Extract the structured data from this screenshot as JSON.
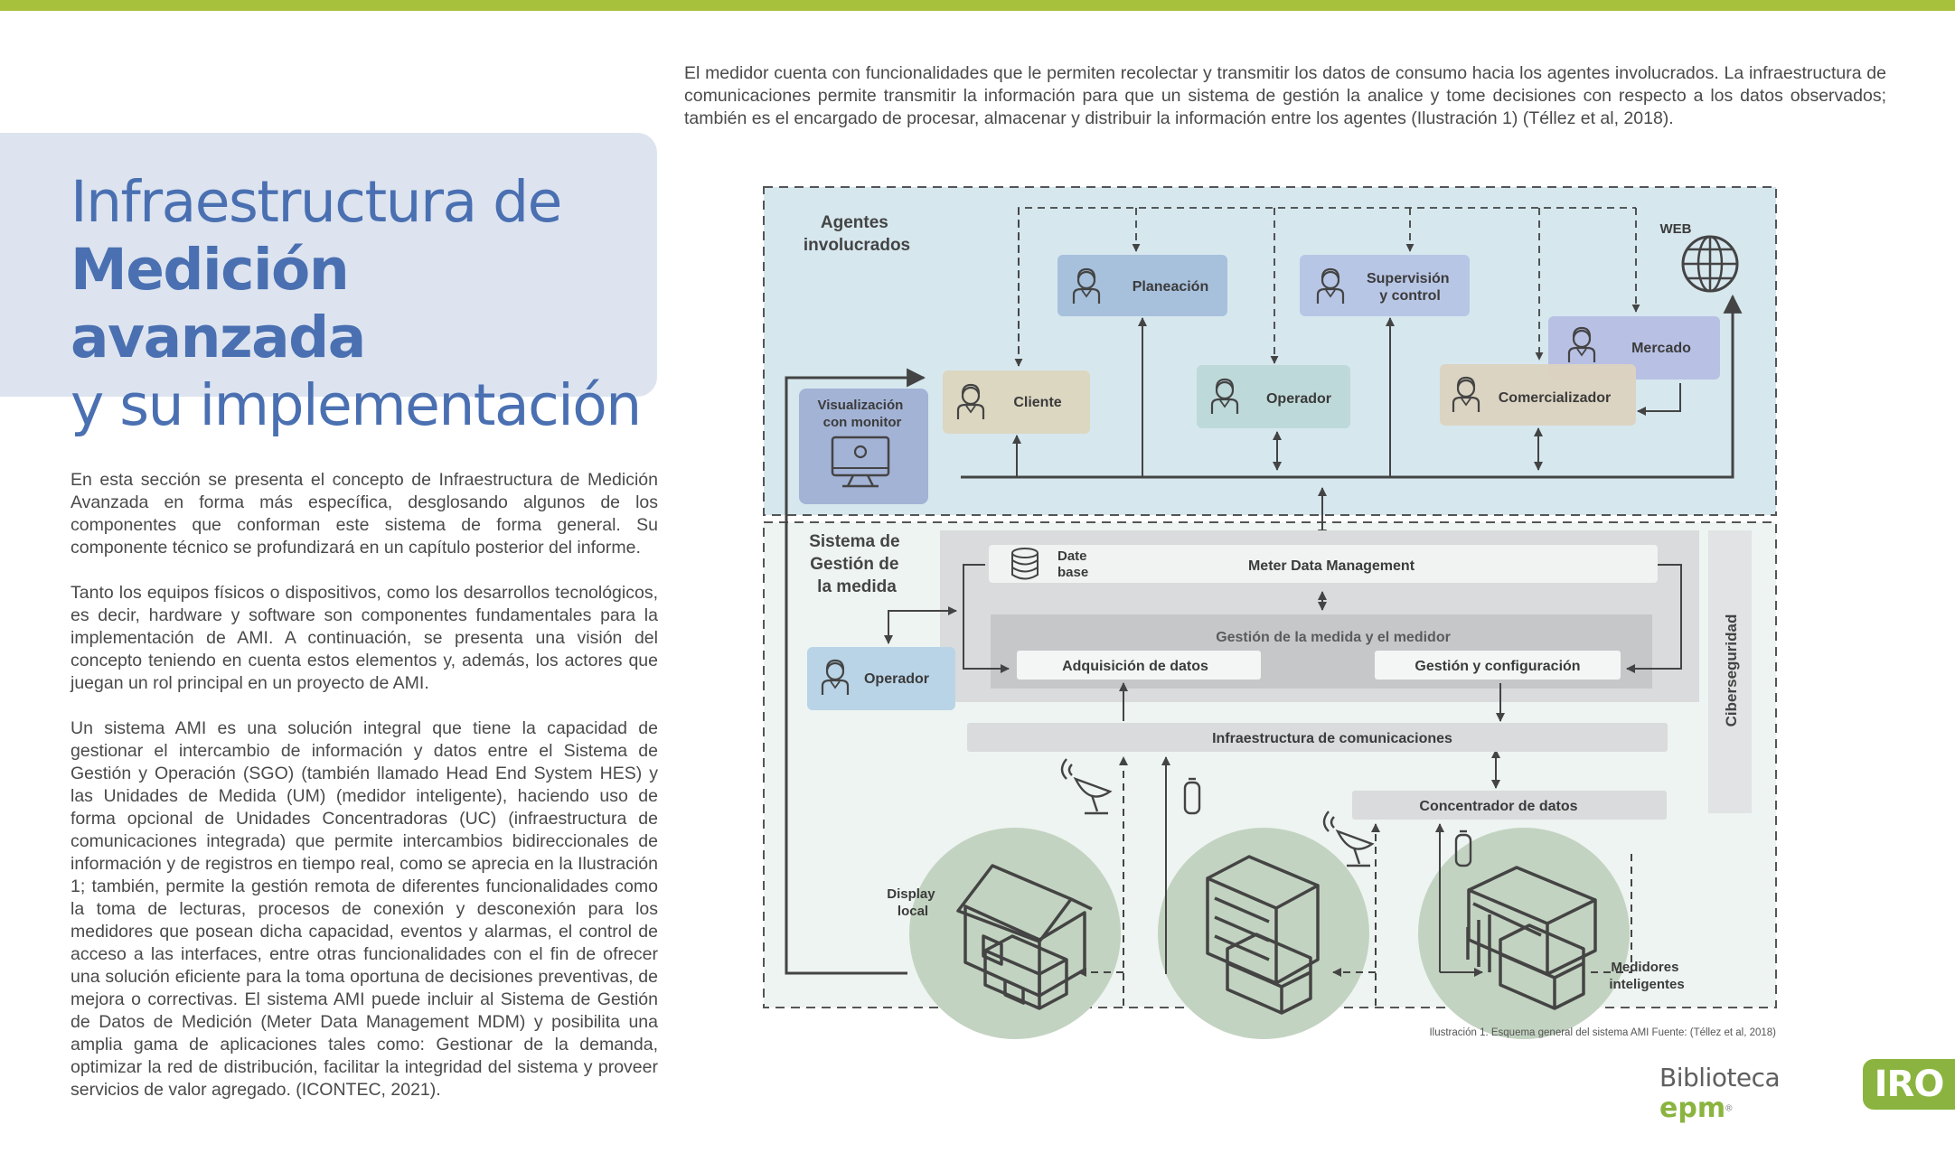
{
  "title": {
    "line1": "Infraestructura de",
    "line2": "Medición avanzada",
    "line3": "y su implementación"
  },
  "intro_paragraph": "El medidor cuenta con funcionalidades que le permiten recolectar y transmitir los datos de consumo hacia los agentes involucrados. La infraestructura de comunicaciones permite transmitir la información para que un sistema de gestión la analice y tome decisiones con respecto a los datos observados; también es el encargado de procesar, almacenar y distribuir la información entre los agentes (Ilustración 1) (Téllez et al, 2018).",
  "body_paragraphs": [
    "En esta sección se presenta el concepto de Infraestructura de Medición Avanzada en forma más específica, desglosando algunos de los componentes que conforman este sistema de forma general. Su componente técnico se profundizará en un capítulo posterior del informe.",
    "Tanto los equipos físicos o dispositivos, como los desarrollos tecnológicos, es decir, hardware y software son componentes fundamentales para la implementación de AMI. A continuación, se presenta una visión del concepto teniendo en cuenta estos elementos y, además, los actores que juegan un rol principal en un proyecto de AMI.",
    "Un sistema AMI es una solución integral que tiene la capacidad de gestionar el intercambio de información y datos entre el Sistema de Gestión y Operación (SGO) (también llamado  Head End System HES) y las Unidades de Medida (UM) (medidor inteligente), haciendo uso de forma opcional de Unidades Concentradoras (UC) (infraestructura de comunicaciones integrada) que permite intercambios bidireccionales de información y de registros en tiempo real, como se aprecia en la Ilustración 1; también, permite la gestión remota de diferentes funcionalidades como la toma de lecturas, procesos de conexión y desconexión para los medidores que posean dicha capacidad, eventos y alarmas, el control de acceso a las interfaces, entre otras funcionalidades con el fin de ofrecer una solución eficiente para la toma oportuna de decisiones preventivas, de mejora o correctivas. El sistema AMI puede incluir al Sistema de Gestión de Datos de Medición (Meter Data Management MDM) y posibilita una amplia gama de aplicaciones tales como: Gestionar de la demanda, optimizar la red de distribución, facilitar la integridad del sistema y proveer servicios de valor agregado. (ICONTEC, 2021)."
  ],
  "diagram": {
    "agents_title": [
      "Agentes",
      "involucrados"
    ],
    "web_label": "WEB",
    "planeacion": "Planeación",
    "supervision": [
      "Supervisión",
      "y control"
    ],
    "mercado": "Mercado",
    "visualizacion": [
      "Visualización",
      "con monitor"
    ],
    "cliente": "Cliente",
    "operador_top": "Operador",
    "comercializador": "Comercializador",
    "sgm_title": [
      "Sistema de",
      "Gestión de",
      "la medida"
    ],
    "database": [
      "Date",
      "base"
    ],
    "mdm": "Meter Data Management",
    "gestion_medida": "Gestión de la medida y el medidor",
    "adquisicion": "Adquisición de datos",
    "gestion_config": "Gestión y configuración",
    "operador_mid": "Operador",
    "ciberseguridad": "Ciberseguridad",
    "infra_com": "Infraestructura de comunicaciones",
    "concentrador": "Concentrador de datos",
    "display_local": [
      "Display",
      "local"
    ],
    "medidores": [
      "Medidores",
      "inteligentes"
    ]
  },
  "caption": "Ilustración 1. Esquema general del sistema AMI Fuente: (Téllez et al, 2018)",
  "brand": {
    "biblioteca": "Biblioteca",
    "epm": "epm",
    "registered": "®",
    "iro": "IRO"
  },
  "colors": {
    "accent_green": "#a7c13c",
    "title_blue": "#4a70b2",
    "agents_bg": "#d6e7ee",
    "sgm_bg": "#eef4f1"
  }
}
